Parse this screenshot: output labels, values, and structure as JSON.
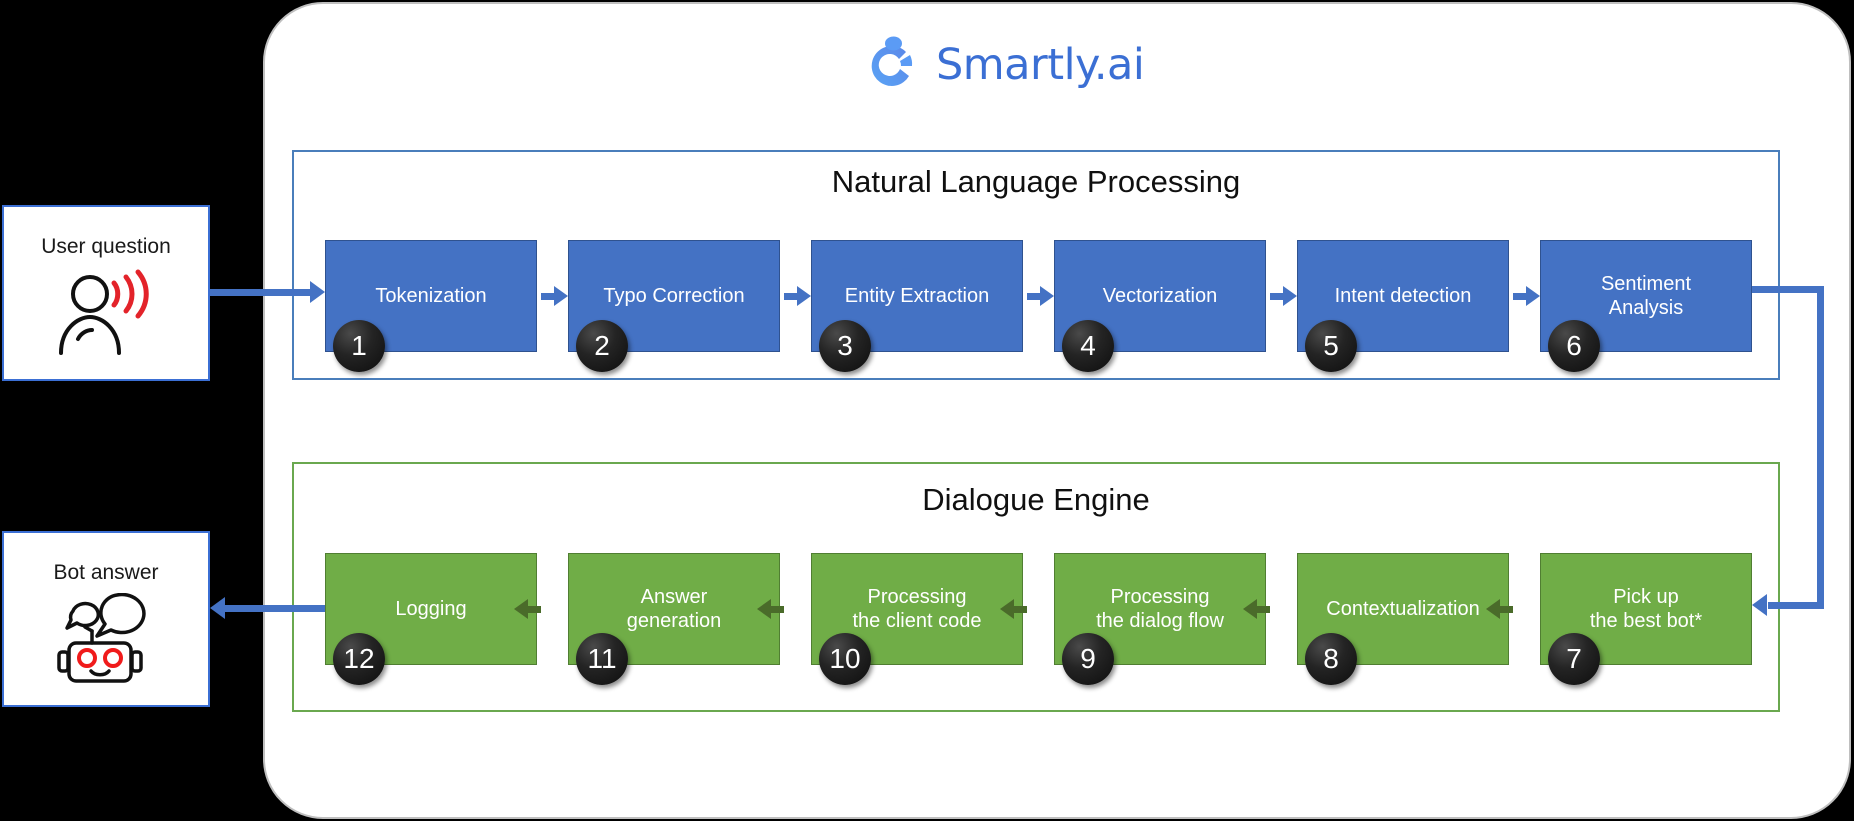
{
  "brand": {
    "name": "Smartly.ai",
    "logo_icon": "smartly-circle-logo",
    "logo_color": "#3b6fd4",
    "logo_mark_color": "#5b9bf5"
  },
  "colors": {
    "nlp_box": "#4472c4",
    "nlp_border": "#4a7ebb",
    "dialogue_box": "#70ad47",
    "dialogue_border": "#6aa84f",
    "connector_blue": "#4472c4",
    "connector_green": "#4a6b2a",
    "badge": "#1a1a1a",
    "panel_border": "#bfbfbf",
    "canvas": "#000000"
  },
  "endpoints": {
    "user": {
      "label": "User question",
      "icon": "user-speaking-icon"
    },
    "bot": {
      "label": "Bot answer",
      "icon": "robot-chat-icon"
    }
  },
  "groups": [
    {
      "id": "nlp",
      "title": "Natural Language Processing",
      "flow": "left-to-right",
      "steps": [
        {
          "number": "1",
          "label": "Tokenization"
        },
        {
          "number": "2",
          "label": "Typo Correction"
        },
        {
          "number": "3",
          "label": "Entity Extraction"
        },
        {
          "number": "4",
          "label": "Vectorization"
        },
        {
          "number": "5",
          "label": "Intent detection"
        },
        {
          "number": "6",
          "label": "Sentiment\nAnalysis"
        }
      ]
    },
    {
      "id": "dialogue",
      "title": "Dialogue Engine",
      "flow": "right-to-left",
      "steps": [
        {
          "number": "12",
          "label": "Logging"
        },
        {
          "number": "11",
          "label": "Answer\ngeneration"
        },
        {
          "number": "10",
          "label": "Processing\nthe client code"
        },
        {
          "number": "9",
          "label": "Processing\nthe dialog flow"
        },
        {
          "number": "8",
          "label": "Contextualization"
        },
        {
          "number": "7",
          "label": "Pick up\nthe best bot*"
        }
      ]
    }
  ],
  "connectors": [
    {
      "name": "user-to-tokenization",
      "from": "User question",
      "to": "Tokenization",
      "color": "#4472c4"
    },
    {
      "name": "sentiment-to-pickupbot",
      "from": "Sentiment Analysis",
      "to": "Pick up the best bot*",
      "color": "#4472c4"
    },
    {
      "name": "logging-to-bot-answer",
      "from": "Logging",
      "to": "Bot answer",
      "color": "#4472c4"
    }
  ]
}
